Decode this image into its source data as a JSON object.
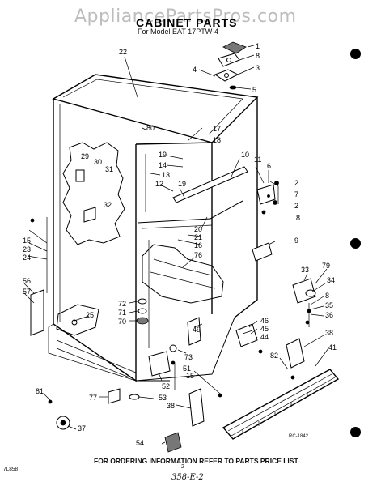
{
  "watermark": "AppliancePartsPros.com",
  "title": "CABINET PARTS",
  "subtitle": "For Model EAT 17PTW-4",
  "footer": "FOR ORDERING INFORMATION REFER TO PARTS PRICE LIST",
  "doc_code": "7L858",
  "page_number": "2",
  "handwritten_note": "358-E-2",
  "figure_id": "RC-1842",
  "callouts": [
    "1",
    "8",
    "3",
    "4",
    "5",
    "22",
    "80",
    "17",
    "18",
    "19",
    "14",
    "13",
    "10",
    "11",
    "6",
    "2",
    "7",
    "2",
    "8",
    "12",
    "19",
    "20",
    "21",
    "16",
    "9",
    "76",
    "29",
    "30",
    "31",
    "32",
    "15",
    "23",
    "24",
    "56",
    "57",
    "25",
    "72",
    "71",
    "70",
    "52",
    "51",
    "49",
    "73",
    "33",
    "79",
    "34",
    "8",
    "35",
    "36",
    "46",
    "45",
    "44",
    "38",
    "82",
    "41",
    "81",
    "37",
    "77",
    "53",
    "15",
    "38",
    "54"
  ]
}
